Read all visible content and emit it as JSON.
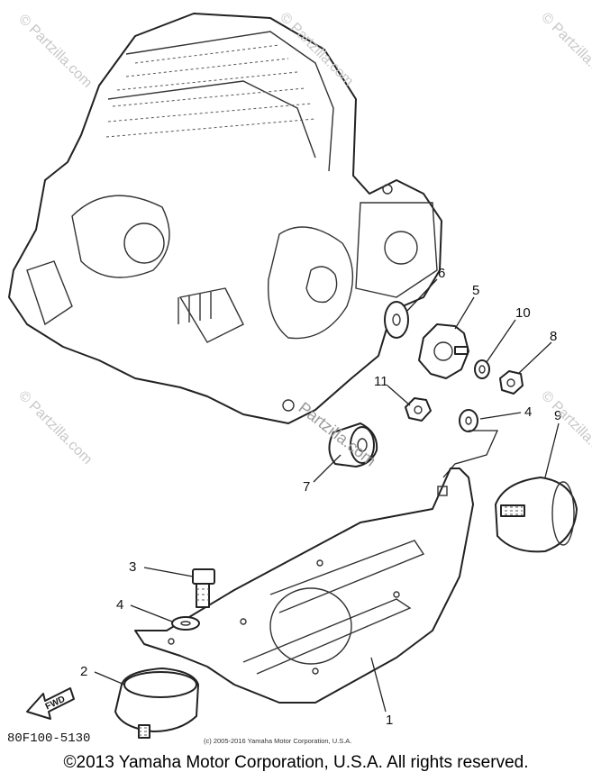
{
  "watermark": {
    "site": "© Partzilla.com",
    "overlay": "Partzilla.com"
  },
  "diagram": {
    "code": "80F100-5130",
    "fwd_label": "FWD",
    "small_copyright": "(c) 2005-2016 Yamaha Motor Corporation, U.S.A.",
    "callouts": [
      "1",
      "2",
      "3",
      "4",
      "4",
      "5",
      "6",
      "7",
      "8",
      "9",
      "10",
      "11"
    ]
  },
  "footer": {
    "copyright": "©2013 Yamaha Motor Corporation, U.S.A. All rights reserved."
  }
}
